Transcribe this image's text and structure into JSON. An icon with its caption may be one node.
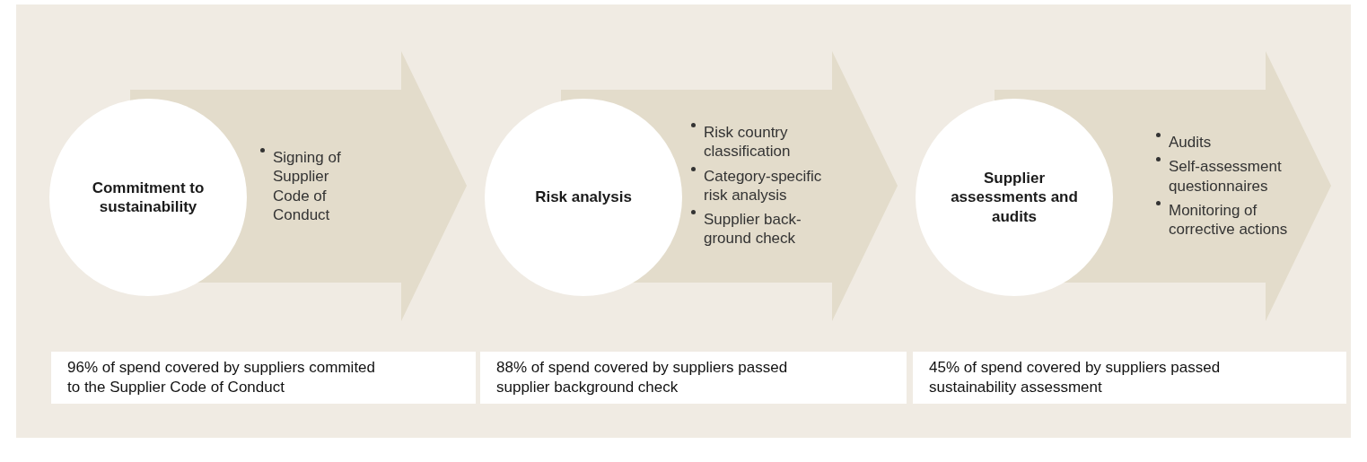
{
  "diagram": {
    "nodes": [
      {
        "text": [
          "Commitment to sustainability"
        ]
      },
      {
        "text": [
          "Signing of Supplier Code of Conduct"
        ]
      },
      {
        "text": [
          "Risk analysis"
        ]
      },
      {
        "text": [
          "Risk country classification",
          "Category-specific risk analysis",
          "Supplier back-ground check"
        ]
      },
      {
        "text": [
          "Supplier assessments and audits"
        ]
      },
      {
        "text": [
          "Audits",
          "Self-assessment questionnaires",
          "Monitoring of corrective actions"
        ]
      },
      {
        "text": [
          "96% of spend covered by suppliers commited to the Supplier Code of Conduct"
        ]
      },
      {
        "text": [
          "88% of spend covered by suppliers passed supplier background check"
        ]
      },
      {
        "text": [
          "45% of spend covered by suppliers passed sustainability assessment"
        ]
      }
    ]
  }
}
